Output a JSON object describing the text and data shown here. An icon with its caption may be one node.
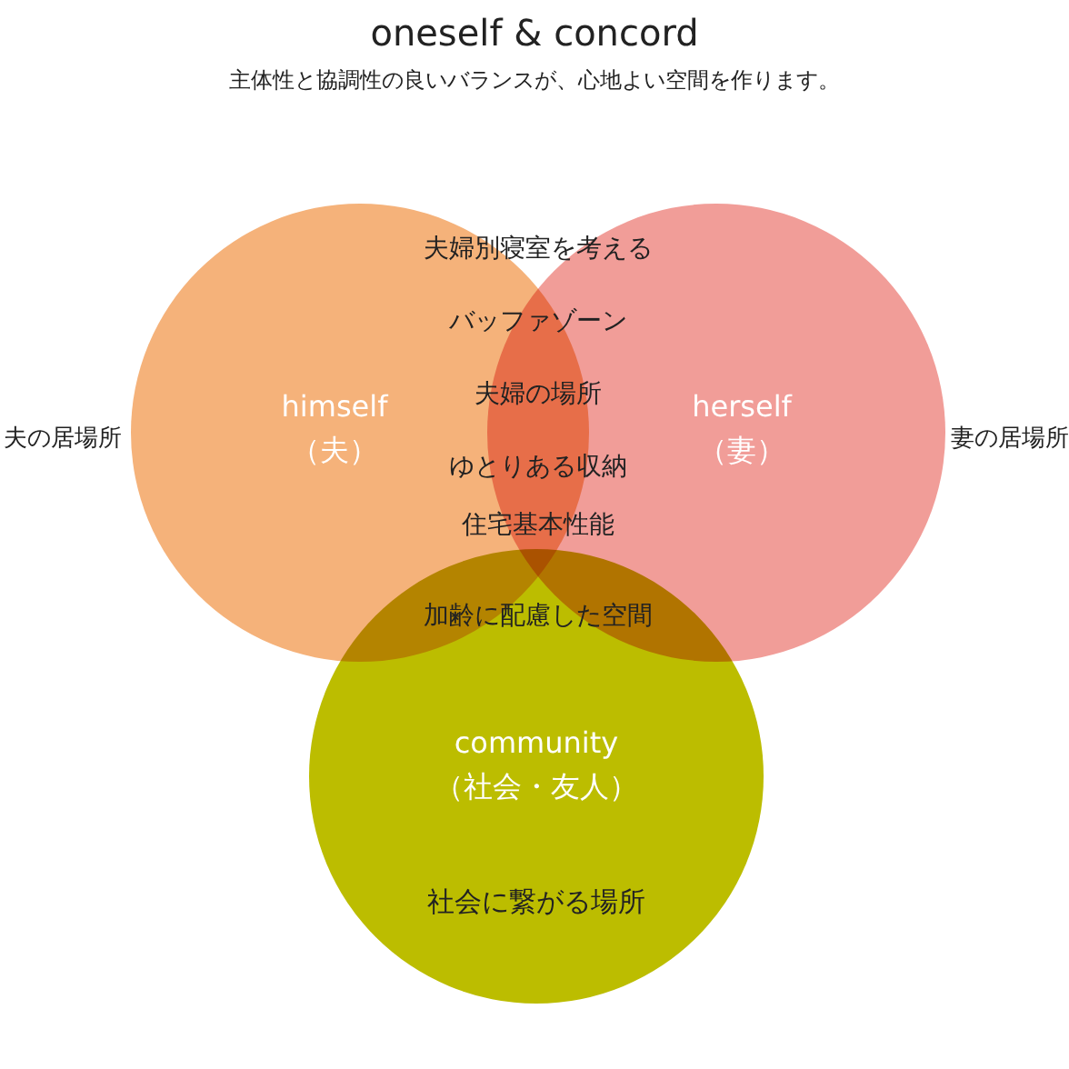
{
  "diagram": {
    "title": "oneself & concord",
    "nodes": [
      {
        "text": [
          "himself （夫）"
        ],
        "beside": [
          "夫の居場所"
        ]
      },
      {
        "text": [
          "herself （妻）"
        ],
        "beside": [
          "妻の居場所"
        ]
      },
      {
        "text": [
          "community （社会・友人）",
          "社会に繋がる場所"
        ]
      }
    ],
    "labels": [
      "主体性と協調性の良いバランスが、心地よい空間を作ります。",
      "夫婦別寝室を考える",
      "バッファゾーン",
      "夫婦の場所",
      "ゆとりある収納",
      "住宅基本性能",
      "加齢に配慮した空間"
    ]
  }
}
